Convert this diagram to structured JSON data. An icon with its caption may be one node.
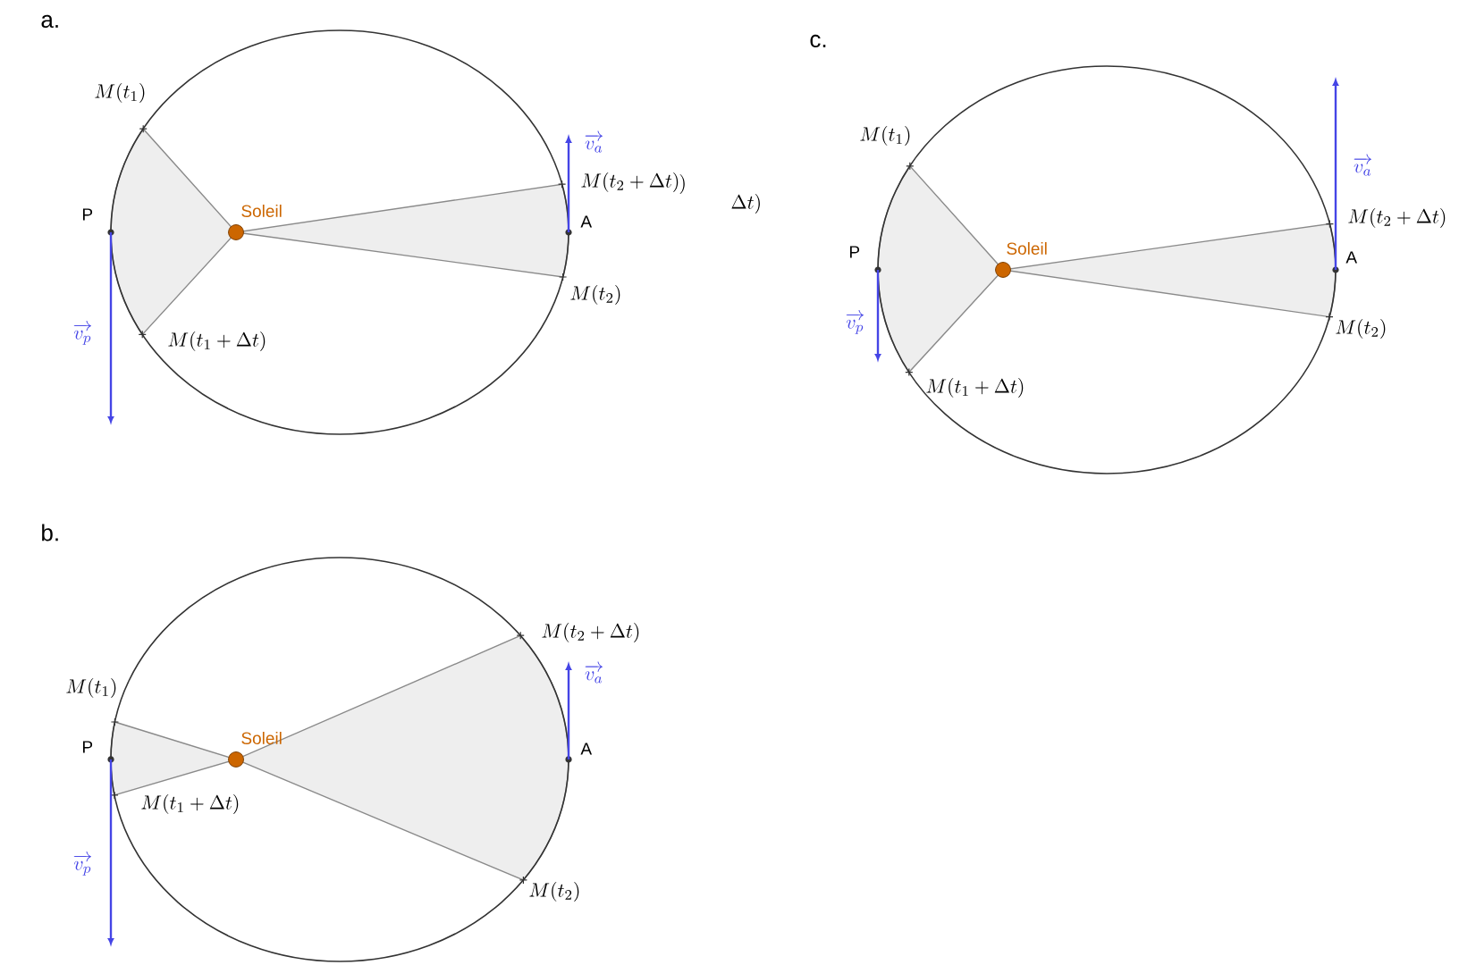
{
  "diagram": {
    "labels": [
      "a.",
      "M(t_1)",
      "\\overrightarrow{v_a}",
      "M(t_2+\\Delta t)",
      "P",
      "Soleil",
      "A",
      "M(t_2)",
      "\\overrightarrow{v_p}",
      "M(t_1+\\Delta t)",
      "c.",
      ")",
      "\\Delta t)",
      "M(t_1)",
      "\\overrightarrow{v_a}",
      "M(t_2+\\Delta t)",
      "P",
      "Soleil",
      "A",
      "\\overrightarrow{v_p}",
      "M(t_2)",
      "M(t_1+\\Delta t)",
      "b.",
      "M(t_2+\\Delta t)",
      "\\overrightarrow{v_a}",
      "M(t_1)",
      "P",
      "Soleil",
      "A",
      "M(t_1+\\Delta t)",
      "\\overrightarrow{v_p}",
      "M(t_2)"
    ]
  }
}
